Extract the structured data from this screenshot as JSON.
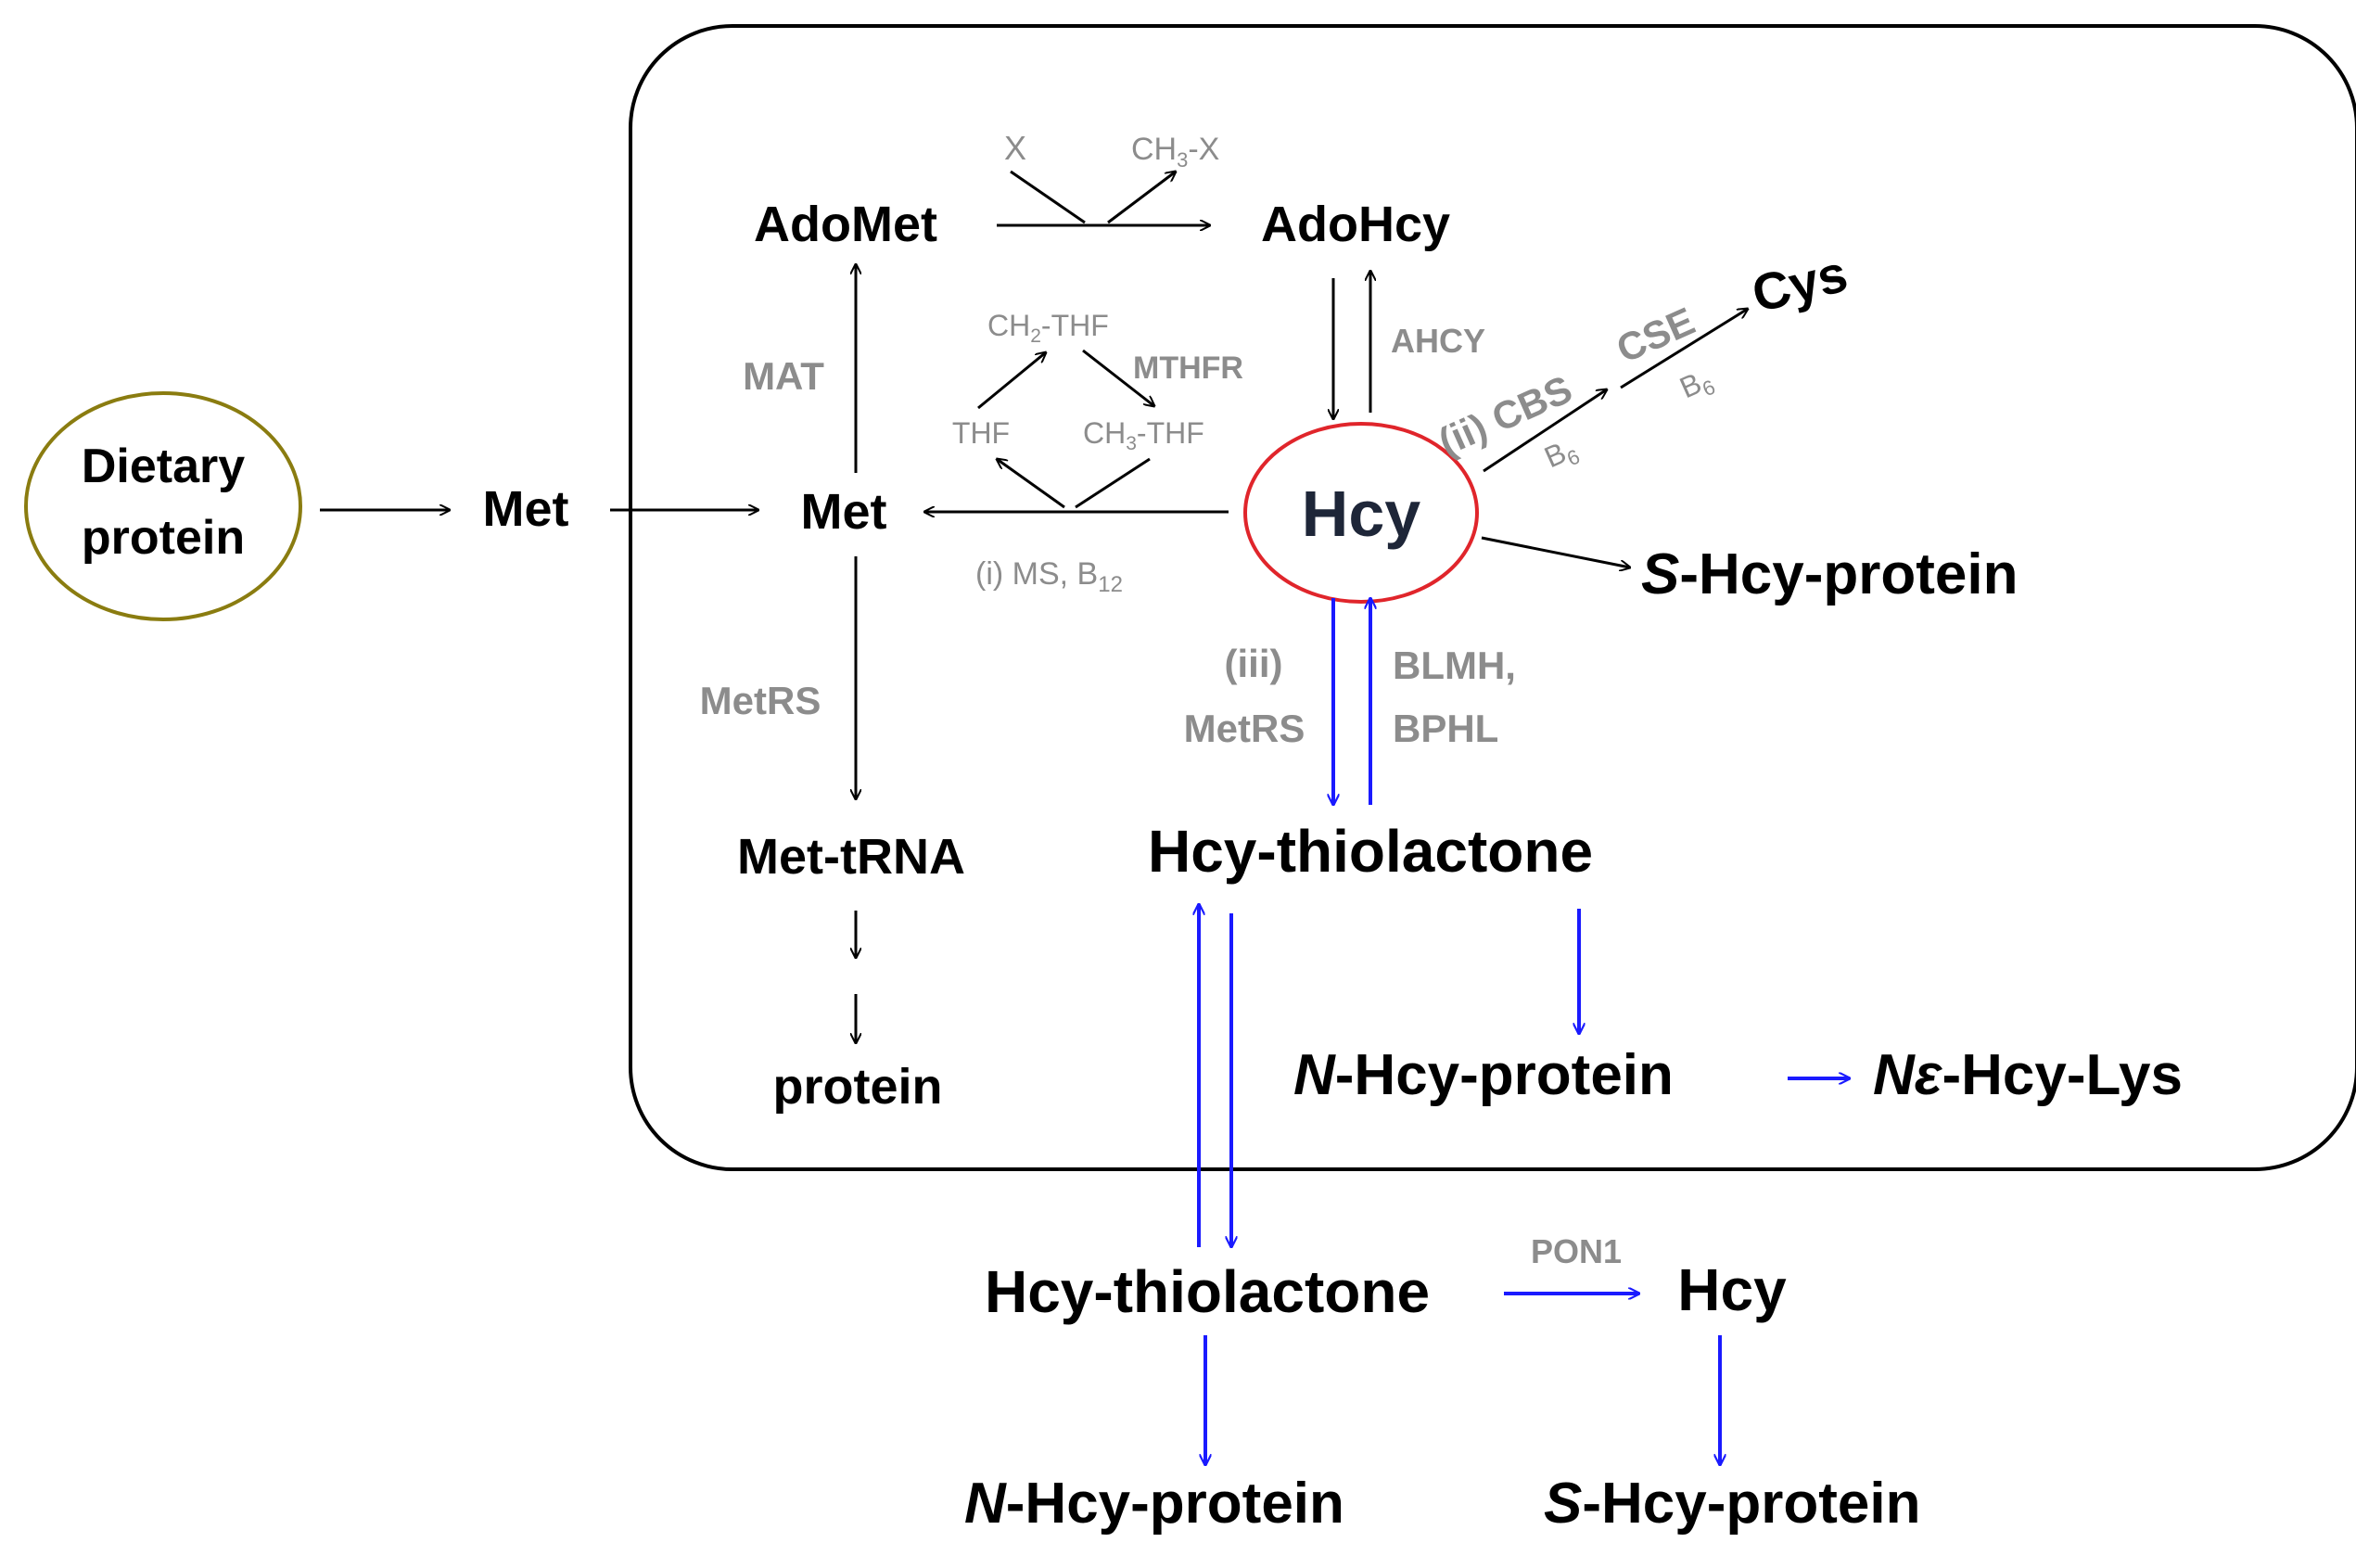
{
  "colors": {
    "metabolite": "#000000",
    "enzyme": "#8c8c8c",
    "black_arrow": "#000000",
    "blue_arrow": "#1a1aff",
    "hcy_circle": "#e0252b",
    "dietary_circle": "#8a7c10",
    "cell_boundary": "#000000"
  },
  "nodes": {
    "dietary_protein_line1": "Dietary",
    "dietary_protein_line2": "protein",
    "met_outside": "Met",
    "met_cell": "Met",
    "adomet": "AdoMet",
    "adohcy": "AdoHcy",
    "hcy_center": "Hcy",
    "cys": "Cys",
    "s_hcy_protein_cell_prefix": "S",
    "s_hcy_protein_cell_rest": "-Hcy-protein",
    "met_trna": "Met-tRNA",
    "protein": "protein",
    "hcy_thiolactone_cell": "Hcy-thiolactone",
    "n_hcy_protein_cell_prefix": "N",
    "n_hcy_protein_cell_rest": "-Hcy-protein",
    "ne_hcy_lys_prefix": "Nε",
    "ne_hcy_lys_rest": "-Hcy-Lys",
    "hcy_thiolactone_ext": "Hcy-thiolactone",
    "hcy_ext": "Hcy",
    "n_hcy_protein_ext_prefix": "N",
    "n_hcy_protein_ext_rest": "-Hcy-protein",
    "s_hcy_protein_ext_prefix": "S",
    "s_hcy_protein_ext_rest": "-Hcy-protein"
  },
  "enzymes": {
    "mat": "MAT",
    "ahcy": "AHCY",
    "mthfr": "MTHFR",
    "ms": "(i) MS, B",
    "ms_sub": "12",
    "cbs": "(ii) CBS",
    "cbs_b6": "B",
    "cbs_b6_sub": "6",
    "cse": "CSE",
    "cse_b6": "B",
    "cse_b6_sub": "6",
    "metrs_left": "MetRS",
    "metrs_iii_line1": "(iii)",
    "metrs_iii_line2": "MetRS",
    "blmh_line1": "BLMH,",
    "blmh_line2": "BPHL",
    "pon1": "PON1"
  },
  "cofactors": {
    "x": "X",
    "ch3x_a": "CH",
    "ch3x_sub": "3",
    "ch3x_b": "-X",
    "ch2thf_a": "CH",
    "ch2thf_sub": "2",
    "ch2thf_b": "-THF",
    "thf": "THF",
    "ch3thf_a": "CH",
    "ch3thf_sub": "3",
    "ch3thf_b": "-THF"
  }
}
